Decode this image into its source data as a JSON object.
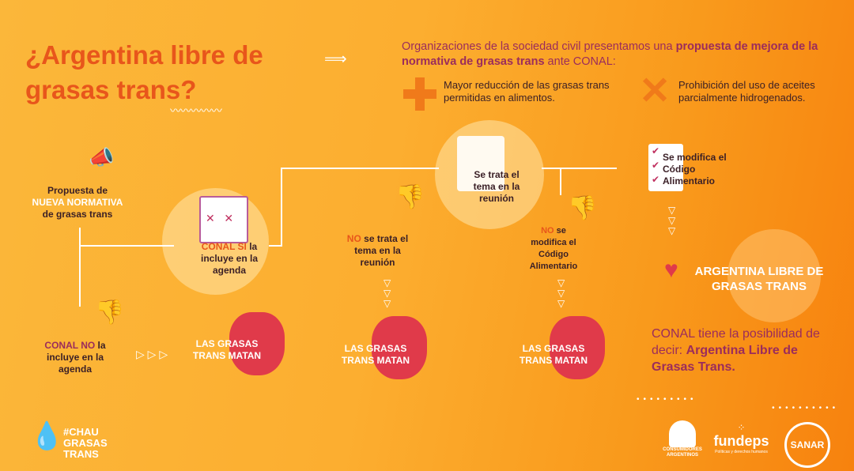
{
  "title": "¿Argentina libre de grasas trans?",
  "intro": {
    "part1": "Organizaciones de la sociedad civil presentamos una ",
    "bold": "propuesta de mejora de la normativa de grasas trans",
    "part2": " ante CONAL:"
  },
  "proposals": [
    {
      "icon": "plus-icon",
      "text": "Mayor reducción de las grasas trans permitidas en alimentos."
    },
    {
      "icon": "x-icon",
      "text": "Prohibición del uso de aceites parcialmente hidrogenados."
    }
  ],
  "flow": {
    "start": {
      "line1": "Propuesta de",
      "line2": "NUEVA NORMATIVA",
      "line3": "de grasas trans"
    },
    "conal_si": {
      "bold": "CONAL SI",
      "rest": "la incluye en la agenda"
    },
    "conal_no": {
      "bold": "CONAL NO",
      "rest": "la incluye en la agenda"
    },
    "se_trata": "Se trata el tema en la reunión",
    "no_se_trata": {
      "bold": "NO",
      "rest": "se trata el tema en la reunión"
    },
    "se_modifica": "Se modifica el Código Alimentario",
    "no_se_modifica": {
      "bold": "NO",
      "rest": "se modifica el Código Alimentario"
    },
    "matan": "LAS GRASAS TRANS MATAN",
    "result": "ARGENTINA LIBRE DE GRASAS TRANS"
  },
  "closing": {
    "part1": "CONAL tiene la posibilidad de decir: ",
    "bold": "Argentina Libre de Grasas Trans."
  },
  "logos": {
    "campaign": "#CHAU GRASAS TRANS",
    "consumidores": "CONSUMIDORES ARGENTINOS",
    "fundeps": "fundeps",
    "fundeps_tag": "Políticas y derechos humanos",
    "sanar": "SANAR"
  },
  "colors": {
    "title": "#e8561b",
    "purple": "#9b2c5c",
    "bg": "#fbb73a"
  }
}
